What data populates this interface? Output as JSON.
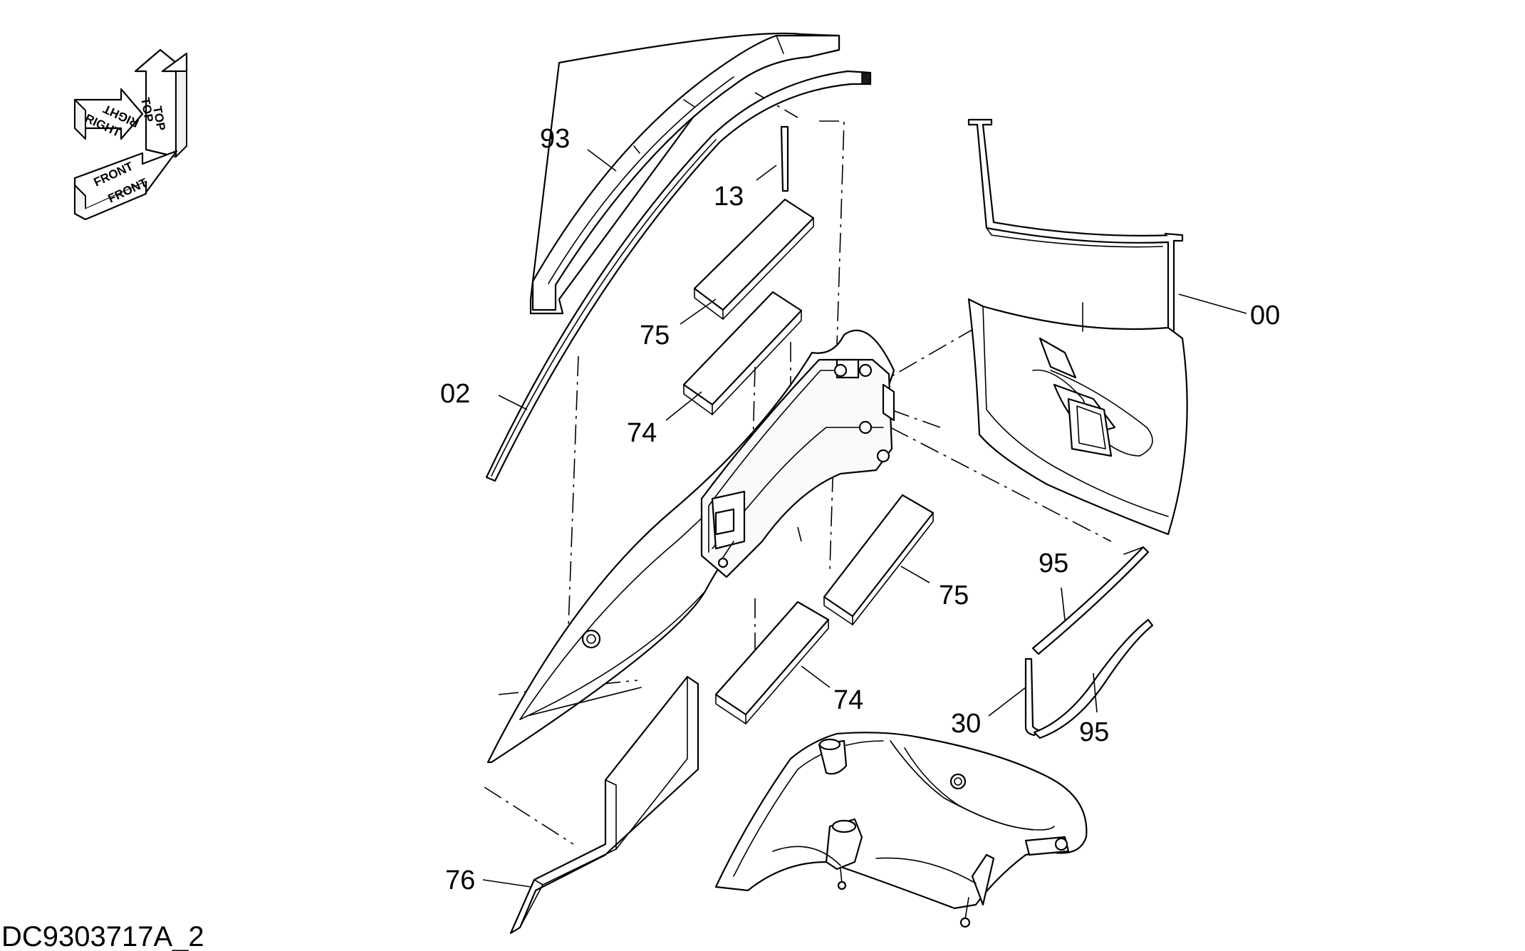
{
  "diagram": {
    "figure_id": "DC9303717A_2",
    "orientation": {
      "top_label": "TOP",
      "right_label": "RIGHT",
      "front_label": "FRONT"
    },
    "callouts": [
      {
        "id": "c93",
        "text": "93"
      },
      {
        "id": "c13",
        "text": "13"
      },
      {
        "id": "c00",
        "text": "00"
      },
      {
        "id": "c75a",
        "text": "75"
      },
      {
        "id": "c02",
        "text": "02"
      },
      {
        "id": "c74a",
        "text": "74"
      },
      {
        "id": "c95a",
        "text": "95"
      },
      {
        "id": "c75b",
        "text": "75"
      },
      {
        "id": "c74b",
        "text": "74"
      },
      {
        "id": "c30",
        "text": "30"
      },
      {
        "id": "c95b",
        "text": "95"
      },
      {
        "id": "c76",
        "text": "76"
      }
    ]
  }
}
